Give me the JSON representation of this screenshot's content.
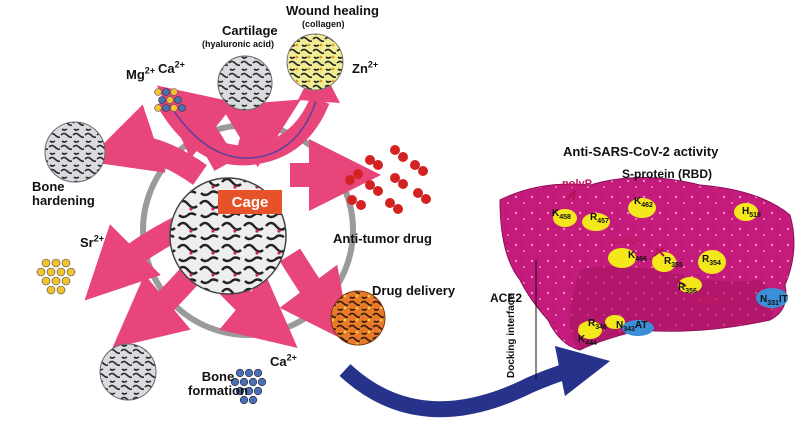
{
  "center": {
    "label": "Cage"
  },
  "applications": {
    "wound_healing": {
      "title": "Wound healing",
      "sub": "(collagen)"
    },
    "cartilage": {
      "title": "Cartilage",
      "sub": "(hyaluronic acid)"
    },
    "bone_hardening": {
      "line1": "Bone",
      "line2": "hardening"
    },
    "bone_formation": {
      "line1": "Bone",
      "line2": "formation"
    },
    "anti_tumor": "Anti-tumor drug",
    "drug_delivery": "Drug delivery"
  },
  "ions": {
    "mg": {
      "symbol": "Mg",
      "charge": "2+"
    },
    "ca_top": {
      "symbol": "Ca",
      "charge": "2+"
    },
    "zn": {
      "symbol": "Zn",
      "charge": "2+"
    },
    "sr": {
      "symbol": "Sr",
      "charge": "2+"
    },
    "ca_bottom": {
      "symbol": "Ca",
      "charge": "2+"
    }
  },
  "protein": {
    "title": "Anti-SARS-CoV-2 activity",
    "subtitle": "S-protein (RBD)",
    "ace2": "ACE2",
    "docking": "Docking interface",
    "polyp": "polyP",
    "residues": {
      "k458": {
        "name": "K",
        "num": "458"
      },
      "r457": {
        "name": "R",
        "num": "457"
      },
      "k462": {
        "name": "K",
        "num": "462"
      },
      "h519": {
        "name": "H",
        "num": "519"
      },
      "k466": {
        "name": "K",
        "num": "466"
      },
      "r355": {
        "name": "R",
        "num": "355"
      },
      "r354": {
        "name": "R",
        "num": "354"
      },
      "r356": {
        "name": "R",
        "num": "356"
      },
      "n331": {
        "name": "N",
        "num": "331",
        "suffix": "IT"
      },
      "r346": {
        "name": "R",
        "num": "346"
      },
      "n343": {
        "name": "N",
        "num": "343",
        "suffix": "AT"
      },
      "k444": {
        "name": "K",
        "num": "444"
      }
    }
  },
  "colors": {
    "arrow_pink": "#e8457a",
    "arrow_navy": "#27338a",
    "protein_magenta": "#c51b7d",
    "patch_yellow": "#f4e81c",
    "patch_blue": "#3a8fd6",
    "cage_box": "#e8522a"
  }
}
